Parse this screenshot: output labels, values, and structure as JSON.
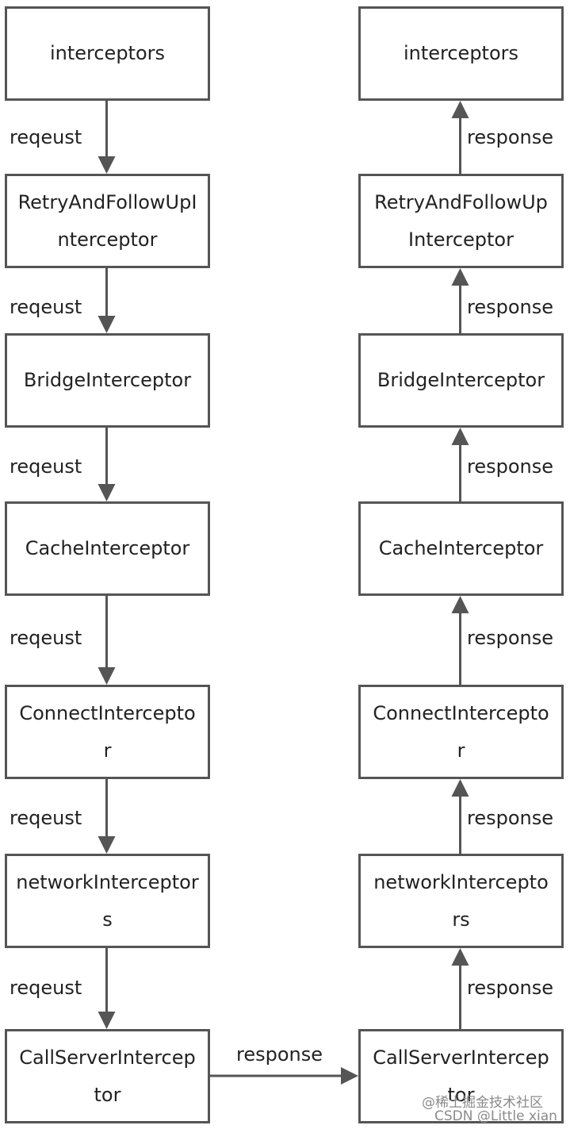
{
  "colors": {
    "border": "#555555",
    "arrow": "#555555",
    "text": "#222222",
    "watermark": "#8a8a8a"
  },
  "left_chain": [
    {
      "id": "interceptors",
      "lines": [
        "interceptors"
      ]
    },
    {
      "id": "retry",
      "lines": [
        "RetryAndFollowUpI",
        "nterceptor"
      ]
    },
    {
      "id": "bridge",
      "lines": [
        "BridgeInterceptor"
      ]
    },
    {
      "id": "cache",
      "lines": [
        "CacheInterceptor"
      ]
    },
    {
      "id": "connect",
      "lines": [
        "ConnectIntercepto",
        "r"
      ]
    },
    {
      "id": "network",
      "lines": [
        "networkInterceptor",
        "s"
      ]
    },
    {
      "id": "callserver",
      "lines": [
        "CallServerIntercep",
        "tor"
      ]
    }
  ],
  "right_chain": [
    {
      "id": "interceptors",
      "lines": [
        "interceptors"
      ]
    },
    {
      "id": "retry",
      "lines": [
        "RetryAndFollowUp",
        "Interceptor"
      ]
    },
    {
      "id": "bridge",
      "lines": [
        "BridgeInterceptor"
      ]
    },
    {
      "id": "cache",
      "lines": [
        "CacheInterceptor"
      ]
    },
    {
      "id": "connect",
      "lines": [
        "ConnectIntercepto",
        "r"
      ]
    },
    {
      "id": "network",
      "lines": [
        "networkIntercepto",
        "rs"
      ]
    },
    {
      "id": "callserver",
      "lines": [
        "CallServerIntercep",
        "tor"
      ]
    }
  ],
  "edges": {
    "left_label": "reqeust",
    "right_label": "response",
    "bottom_label": "response"
  },
  "watermark": {
    "line1": "@稀土掘金技术社区",
    "line2": "CSDN @Little xian"
  }
}
